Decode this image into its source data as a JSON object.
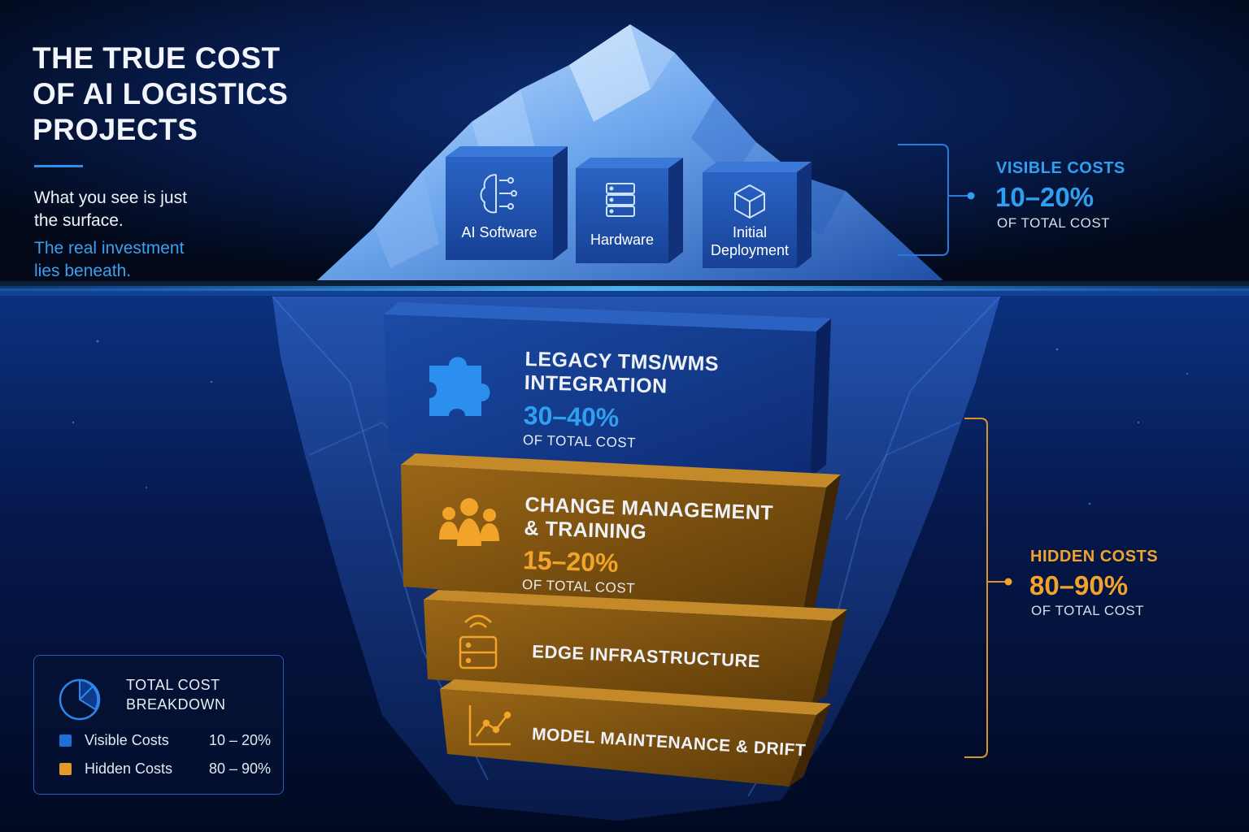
{
  "header": {
    "title_lines": [
      "THE TRUE COST",
      "OF AI LOGISTICS",
      "PROJECTS"
    ],
    "subtitle_lines": [
      "What you see is just",
      "the surface."
    ],
    "highlight_lines": [
      "The real investment",
      "lies beneath."
    ]
  },
  "visible": {
    "label": "VISIBLE COSTS",
    "percent": "10–20%",
    "sub": "OF TOTAL COST",
    "items": [
      {
        "label_lines": [
          "AI Software"
        ],
        "icon": "ai-brain-icon"
      },
      {
        "label_lines": [
          "Hardware"
        ],
        "icon": "server-rack-icon"
      },
      {
        "label_lines": [
          "Initial",
          "Deployment"
        ],
        "icon": "package-box-icon"
      }
    ]
  },
  "hidden": {
    "label": "HIDDEN COSTS",
    "percent": "80–90%",
    "sub": "OF TOTAL COST",
    "blocks": [
      {
        "title_lines": [
          "LEGACY TMS/WMS",
          "INTEGRATION"
        ],
        "percent": "30–40%",
        "sub": "OF TOTAL COST",
        "icon": "puzzle-piece-icon"
      },
      {
        "title_lines": [
          "CHANGE MANAGEMENT",
          "& TRAINING"
        ],
        "percent": "15–20%",
        "sub": "OF TOTAL COST",
        "icon": "people-group-icon"
      },
      {
        "title_lines": [
          "EDGE INFRASTRUCTURE"
        ],
        "icon": "edge-router-icon"
      },
      {
        "title_lines": [
          "MODEL MAINTENANCE & DRIFT"
        ],
        "icon": "trend-chart-icon"
      }
    ]
  },
  "legend": {
    "title_lines": [
      "TOTAL COST",
      "BREAKDOWN"
    ],
    "icon": "pie-chart-icon",
    "rows": [
      {
        "name": "Visible Costs",
        "value": "10 – 20%",
        "color": "#1f6fd6"
      },
      {
        "name": "Hidden Costs",
        "value": "80 – 90%",
        "color": "#e39a2a"
      }
    ]
  },
  "colors": {
    "background": "#030b1f",
    "accent_blue": "#2f9ff2",
    "accent_gold": "#f2a32a",
    "block_blue": "#163a8c",
    "block_gold": "#8a5a12"
  }
}
